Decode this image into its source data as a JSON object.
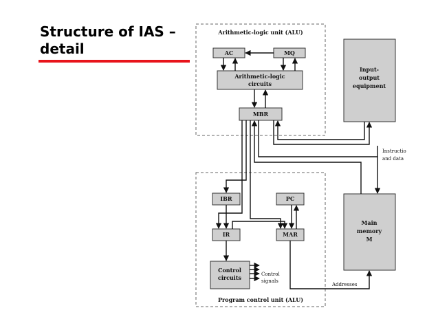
{
  "slide": {
    "title_line1": "Structure of IAS –",
    "title_line2": "detail"
  },
  "diagram": {
    "alu_title": "Arithmetic-logic unit (ALU)",
    "pcu_title": "Program control unit (ALU)",
    "ac": "AC",
    "mq": "MQ",
    "alc_line1": "Arithmetic-logic",
    "alc_line2": "circuits",
    "mbr": "MBR",
    "io_line1": "Input-",
    "io_line2": "output",
    "io_line3": "equipment",
    "mem_line1": "Main",
    "mem_line2": "memory",
    "mem_line3": "M",
    "ibr": "IBR",
    "pc": "PC",
    "ir": "IR",
    "mar": "MAR",
    "cc_line1": "Control",
    "cc_line2": "circuits",
    "cs_line1": "Control",
    "cs_line2": "signals",
    "instr_line1": "Instructio",
    "instr_line2": "and data",
    "addresses": "Addresses"
  }
}
